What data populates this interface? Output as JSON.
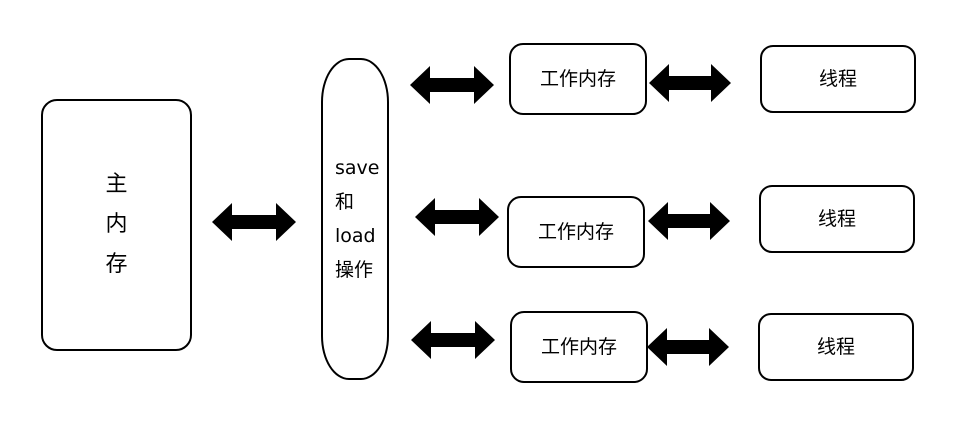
{
  "main_memory": {
    "chars": [
      "主",
      "内",
      "存"
    ]
  },
  "operations": {
    "lines": [
      "save",
      "和",
      "load",
      "操作"
    ]
  },
  "rows": [
    {
      "working_memory": "工作内存",
      "thread": "线程"
    },
    {
      "working_memory": "工作内存",
      "thread": "线程"
    },
    {
      "working_memory": "工作内存",
      "thread": "线程"
    }
  ]
}
